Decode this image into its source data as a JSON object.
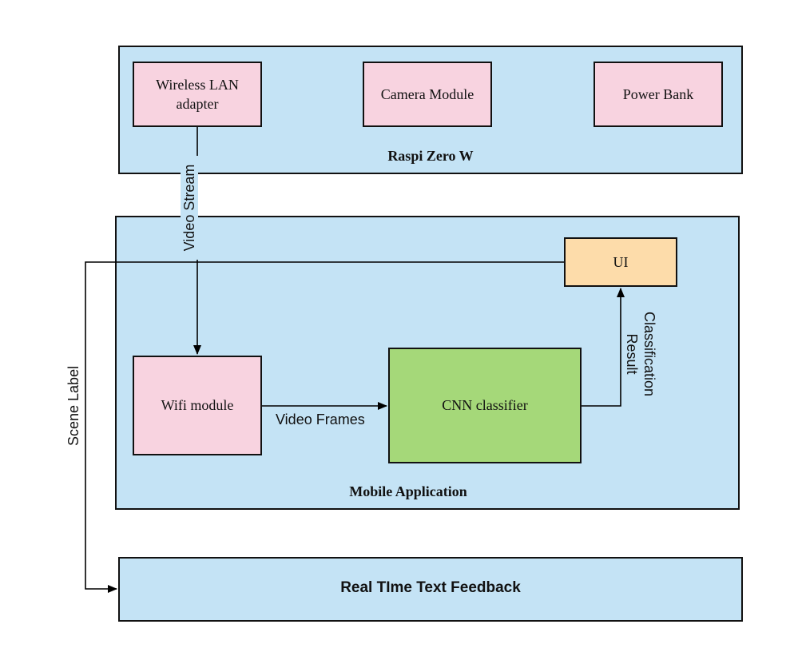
{
  "colors": {
    "container": "#c4e3f5",
    "hardware_box": "#f8d3e0",
    "ui_box": "#fddcaa",
    "cnn_box": "#a5d879",
    "edge": "#000000"
  },
  "raspi": {
    "title": "Raspi Zero W",
    "wireless_lan": "Wireless LAN adapter",
    "camera_module": "Camera Module",
    "power_bank": "Power Bank"
  },
  "mobile": {
    "title": "Mobile Application",
    "ui": "UI",
    "wifi_module": "Wifi module",
    "cnn_classifier": "CNN classifier"
  },
  "feedback": {
    "title": "Real TIme Text Feedback"
  },
  "edges": {
    "video_stream": "Video Stream",
    "video_frames": "Video Frames",
    "classification_result": "Classification Result",
    "scene_label": "Scene Label"
  }
}
